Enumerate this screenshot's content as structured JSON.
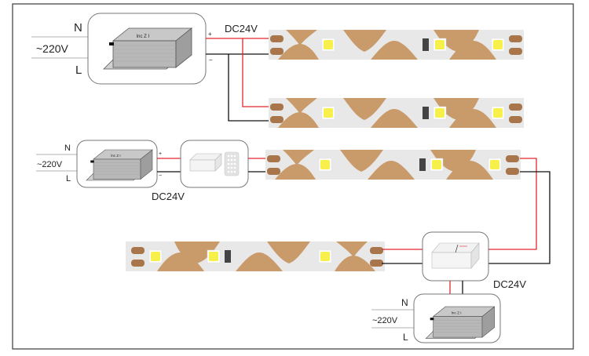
{
  "diagram": {
    "title": "LED strip wiring diagram",
    "colors": {
      "frame": "#3a3a3a",
      "positive_wire": "#e0282e",
      "negative_wire": "#111111",
      "ac_wire": "#9a9a9a",
      "strip_base": "#e8e8e8",
      "strip_copper": "#c99a6a",
      "pad": "#a8764a",
      "led_yellow": "#f7ef4a",
      "resistor": "#444444",
      "box_border": "#777777"
    },
    "labels": {
      "n": "N",
      "l": "L",
      "ac_voltage": "~220V",
      "dc_voltage": "DC24V",
      "plus": "+",
      "minus": "−"
    },
    "sections": [
      {
        "id": "parallel-two-strips",
        "components": [
          "power-supply",
          "led-strip",
          "led-strip"
        ],
        "input": "~220V",
        "output": "DC24V"
      },
      {
        "id": "with-controller",
        "components": [
          "power-supply",
          "controller-with-remote",
          "led-strip"
        ],
        "input": "~220V",
        "output": "DC24V"
      },
      {
        "id": "double-end-feed",
        "components": [
          "led-strip",
          "amplifier",
          "power-supply"
        ],
        "input": "~220V",
        "output": "DC24V"
      }
    ]
  }
}
